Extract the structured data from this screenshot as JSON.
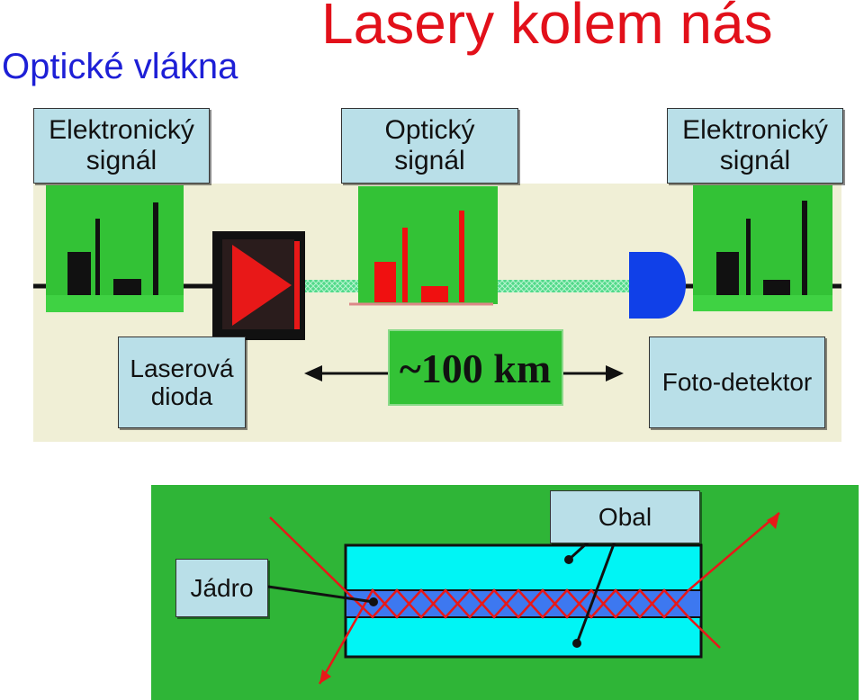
{
  "titles": {
    "main": "Lasery kolem nás",
    "side": "Optické vlákna"
  },
  "labels": {
    "electronic_left": [
      "Elektronický",
      "signál"
    ],
    "optical": [
      "Optický",
      "signál"
    ],
    "electronic_right": [
      "Elektronický",
      "signál"
    ],
    "laser_diode": [
      "Laserová",
      "dioda"
    ],
    "distance": "~100 km",
    "photodetector": "Foto-detektor",
    "core": "Jádro",
    "cladding": "Obal"
  },
  "colors": {
    "title_red": "#e2101a",
    "title_blue": "#1d1fd6",
    "signal_green": "#33c236",
    "fiber_green": "#2fb537",
    "core_blue": "#3d78f0",
    "cladding_cyan": "#00f5f5",
    "ray_red": "#e81818",
    "label_box": "#b9dfe8"
  }
}
